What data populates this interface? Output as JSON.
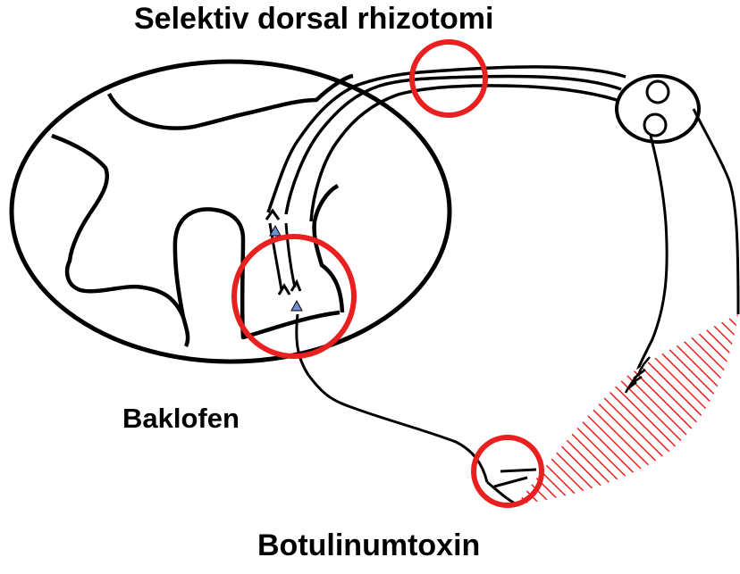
{
  "labels": {
    "top": "Selektiv dorsal rhizotomi",
    "middle": "Baklofen",
    "bottom": "Botulinumtoxin"
  },
  "colors": {
    "line": "#000000",
    "target_circle": "#e8201f",
    "muscle_hatch": "#e8201f",
    "triangle_marker": "#6f8fd4",
    "background": "#ffffff"
  }
}
